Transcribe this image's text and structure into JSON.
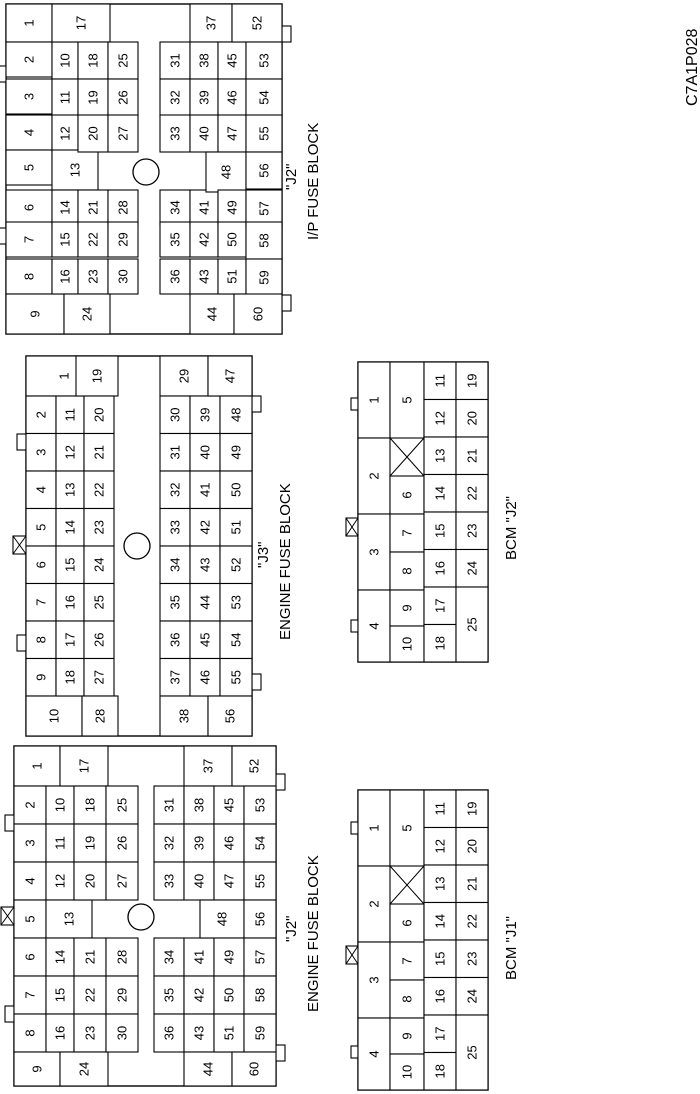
{
  "figure_code": "C7A1P028",
  "blocks": {
    "ip_fuse_block": {
      "id_label": "\"J2\"",
      "name": "I/P FUSE BLOCK",
      "fuses": [
        "1",
        "2",
        "3",
        "4",
        "5",
        "6",
        "7",
        "8",
        "9",
        "10",
        "11",
        "12",
        "13",
        "14",
        "15",
        "16",
        "17",
        "18",
        "19",
        "20",
        "21",
        "22",
        "23",
        "24",
        "25",
        "26",
        "27",
        "28",
        "29",
        "30",
        "31",
        "32",
        "33",
        "34",
        "35",
        "36",
        "37",
        "38",
        "39",
        "40",
        "41",
        "42",
        "43",
        "44",
        "45",
        "46",
        "47",
        "48",
        "49",
        "50",
        "51",
        "52",
        "53",
        "54",
        "55",
        "56",
        "57",
        "58",
        "59",
        "60"
      ]
    },
    "engine_fuse_block_j3": {
      "id_label": "\"J3\"",
      "name": "ENGINE FUSE BLOCK",
      "fuses": [
        "1",
        "2",
        "3",
        "4",
        "5",
        "6",
        "7",
        "8",
        "9",
        "10",
        "11",
        "12",
        "13",
        "14",
        "15",
        "16",
        "17",
        "18",
        "19",
        "20",
        "21",
        "22",
        "23",
        "24",
        "25",
        "26",
        "27",
        "28",
        "29",
        "30",
        "31",
        "32",
        "33",
        "34",
        "35",
        "36",
        "37",
        "38",
        "39",
        "40",
        "41",
        "42",
        "43",
        "44",
        "45",
        "46",
        "47",
        "48",
        "49",
        "50",
        "51",
        "52",
        "53",
        "54",
        "55",
        "56"
      ]
    },
    "engine_fuse_block_j2": {
      "id_label": "\"J2\"",
      "name": "ENGINE FUSE BLOCK",
      "fuses": [
        "1",
        "2",
        "3",
        "4",
        "5",
        "6",
        "7",
        "8",
        "9",
        "10",
        "11",
        "12",
        "13",
        "14",
        "15",
        "16",
        "17",
        "18",
        "19",
        "20",
        "21",
        "22",
        "23",
        "24",
        "25",
        "26",
        "27",
        "28",
        "29",
        "30",
        "31",
        "32",
        "33",
        "34",
        "35",
        "36",
        "37",
        "38",
        "39",
        "40",
        "41",
        "42",
        "43",
        "44",
        "45",
        "46",
        "47",
        "48",
        "49",
        "50",
        "51",
        "52",
        "53",
        "54",
        "55",
        "56",
        "57",
        "58",
        "59",
        "60"
      ]
    },
    "bcm_j2": {
      "label": "BCM \"J2\"",
      "pins": [
        "1",
        "2",
        "3",
        "4",
        "5",
        "6",
        "7",
        "8",
        "9",
        "10",
        "11",
        "12",
        "13",
        "14",
        "15",
        "16",
        "17",
        "18",
        "19",
        "20",
        "21",
        "22",
        "23",
        "24",
        "25"
      ]
    },
    "bcm_j1": {
      "label": "BCM \"J1\"",
      "pins": [
        "1",
        "2",
        "3",
        "4",
        "5",
        "6",
        "7",
        "8",
        "9",
        "10",
        "11",
        "12",
        "13",
        "14",
        "15",
        "16",
        "17",
        "18",
        "19",
        "20",
        "21",
        "22",
        "23",
        "24",
        "25"
      ]
    }
  }
}
